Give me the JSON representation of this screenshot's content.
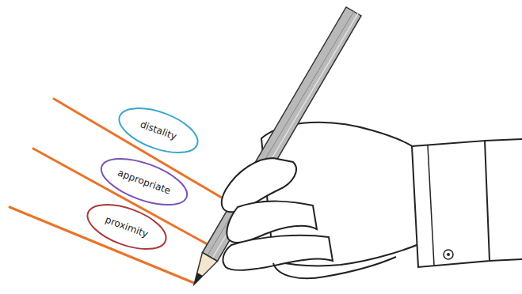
{
  "diagram": {
    "nodes": [
      {
        "text": [
          "distality"
        ]
      },
      {
        "text": [
          "appropriate"
        ]
      },
      {
        "text": [
          "proximity"
        ]
      }
    ]
  }
}
